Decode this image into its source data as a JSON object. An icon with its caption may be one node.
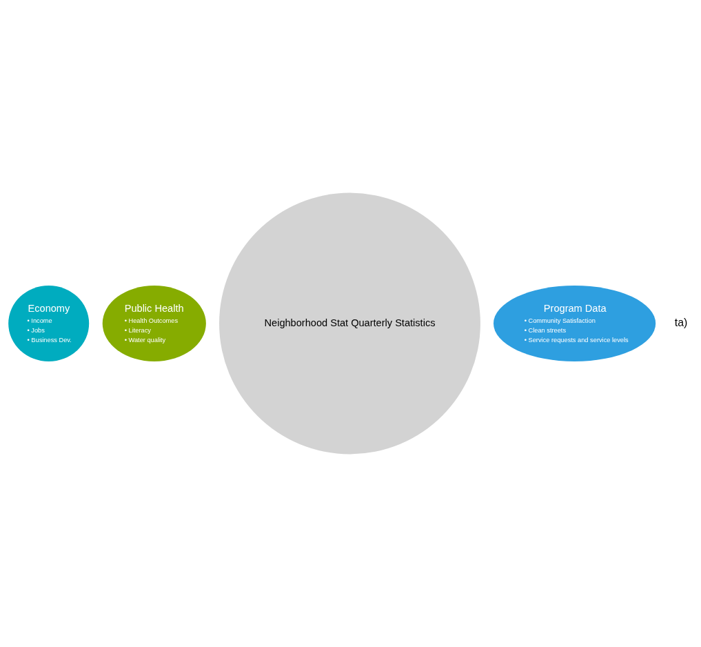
{
  "diagram": {
    "nodes": [
      {
        "text": [
          "Economy",
          "• Income",
          "• Jobs",
          "• Business Dev."
        ]
      },
      {
        "text": [
          "Public Health",
          "• Health Outcomes",
          "• Literacy",
          "• Water quality"
        ]
      },
      {
        "text": [
          "Neighborhood Stat Quarterly Statistics"
        ]
      },
      {
        "text": [
          "Program Data",
          "• Community Satisfaction",
          "• Clean streets",
          "• Service requests and service levels"
        ]
      }
    ],
    "edges": [],
    "labels": [
      "ta)"
    ]
  }
}
